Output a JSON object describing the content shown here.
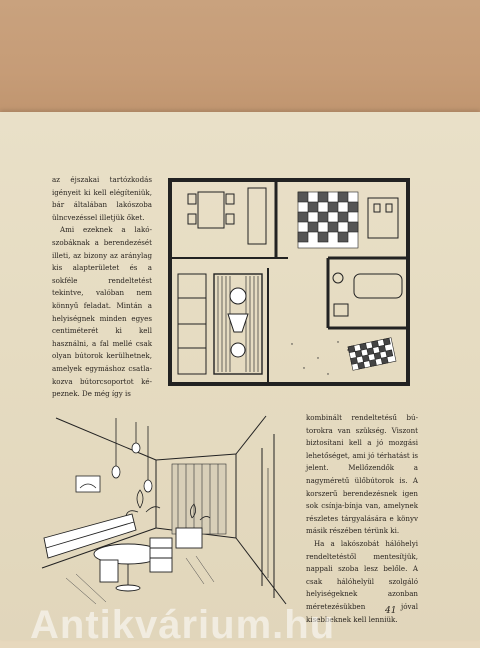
{
  "left_column": {
    "p1": "az éjszakai tartózkodás igényeit ki kell elégíte­niük, bár általában lakó­szoba ülncvezéssel illet­jük őket.",
    "p2": "Ami ezeknek a lakó­szobáknak a berendezé­sét illeti, az bizony az aránylag kis alapterüle­tet és a sokféle rendelte­tést tekintve, valóban nem könnyű feladat. Mintán a helyiségnek minden egyes centiméte­rét ki kell használni, a fal mellé csak olyan bú­torok kerülhetnek, ame­lyek egymáshoz csatla­kozva bútorcsoportot ké­peznek. De még így is"
  },
  "right_column": {
    "p1": "kombinált rendeltetésű bú­torokra van szükség. Viszont biztosítani kell a jó mozgási lehetőséget, ami jó térhatást is jelent. Mellőzendők a nagyméretű ülőbútorok is. A korszerű berendezésnek igen sok csínja-bínja van, amelynek részletes tárgyalá­sára e könyv másik részé­ben térünk ki.",
    "p2": "Ha a lakószobát háló­helyi rendeltetéstől mente­sítjük, nappali szoba lesz belőle. A csak hálóhelyül szolgáló helyiségeknek azon­ban méretezésükben jóval kisebbeknek kell lenniük."
  },
  "page_number": "41",
  "watermark": "Antikvárium.hu"
}
